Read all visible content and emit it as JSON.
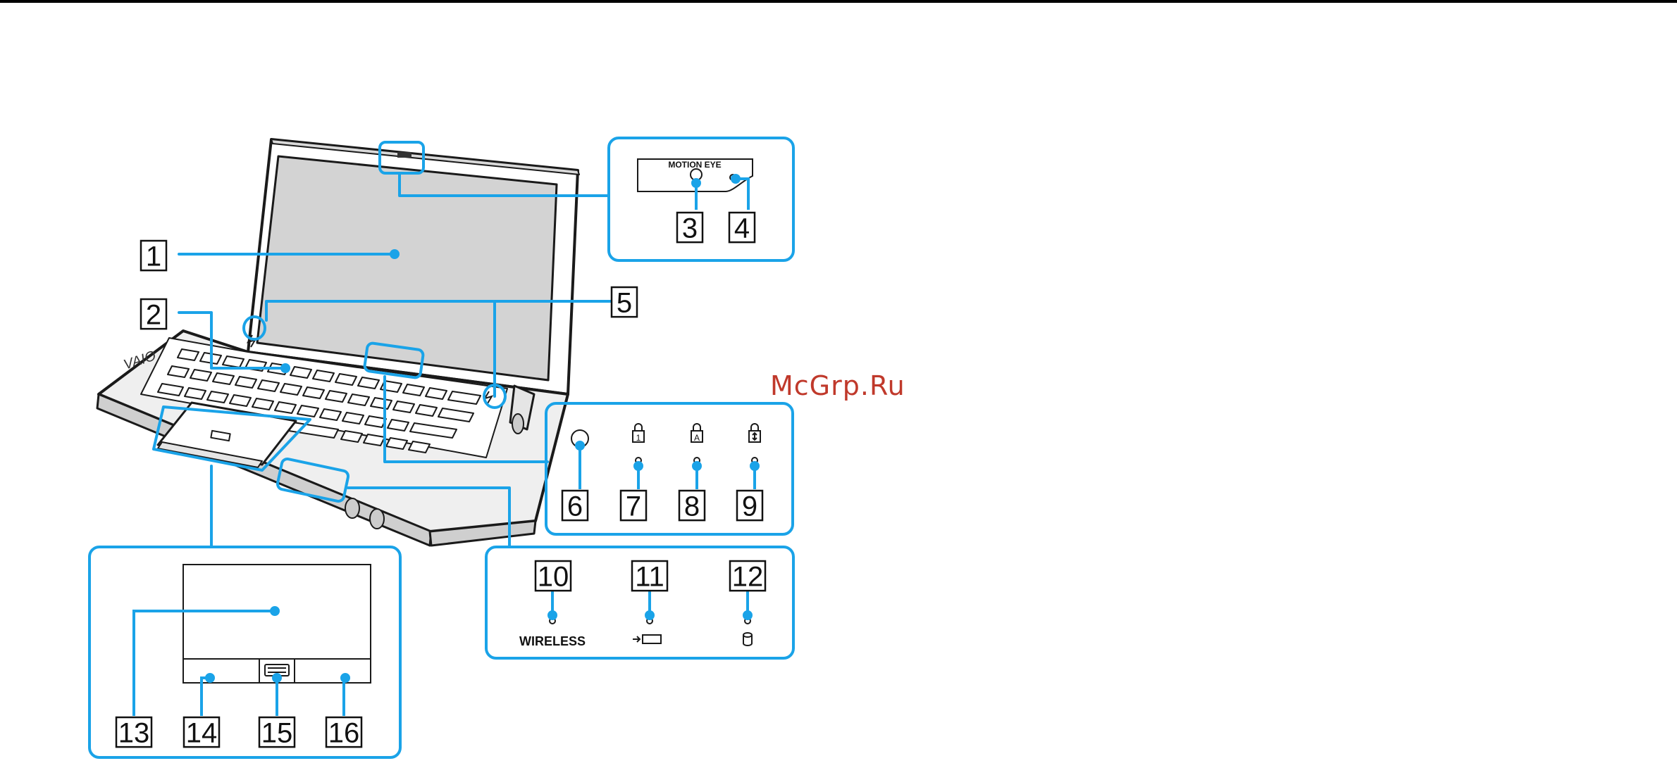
{
  "watermark": "McGrp.Ru",
  "webcam_panel": {
    "label": "MOTION EYE"
  },
  "status_panel": {
    "wireless_label": "WIRELESS"
  },
  "callouts": [
    {
      "id": "1",
      "label": "1"
    },
    {
      "id": "2",
      "label": "2"
    },
    {
      "id": "3",
      "label": "3"
    },
    {
      "id": "4",
      "label": "4"
    },
    {
      "id": "5",
      "label": "5"
    },
    {
      "id": "6",
      "label": "6"
    },
    {
      "id": "7",
      "label": "7"
    },
    {
      "id": "8",
      "label": "8"
    },
    {
      "id": "9",
      "label": "9"
    },
    {
      "id": "10",
      "label": "10"
    },
    {
      "id": "11",
      "label": "11"
    },
    {
      "id": "12",
      "label": "12"
    },
    {
      "id": "13",
      "label": "13"
    },
    {
      "id": "14",
      "label": "14"
    },
    {
      "id": "15",
      "label": "15"
    },
    {
      "id": "16",
      "label": "16"
    }
  ],
  "colors": {
    "accent": "#1aa3e8",
    "line": "#1a1a1a",
    "header_bar": "#000000"
  },
  "icons": [
    "num-lock-icon",
    "caps-lock-icon",
    "scroll-lock-icon",
    "battery-charge-icon",
    "disk-drive-icon",
    "vaio-logo-icon",
    "fingerprint-sensor-icon"
  ]
}
